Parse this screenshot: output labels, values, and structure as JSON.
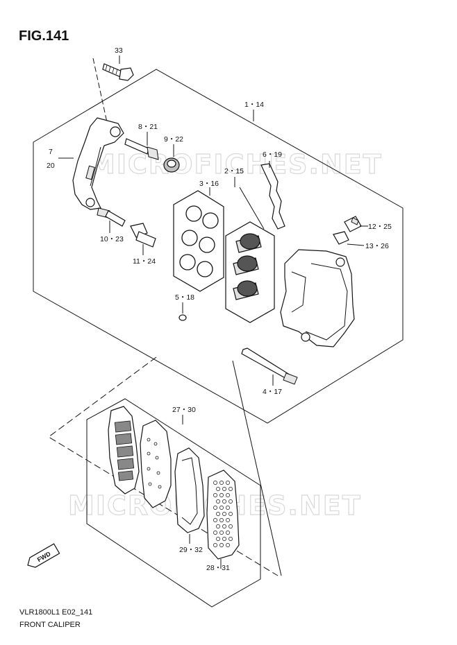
{
  "figure": {
    "title": "FIG.141",
    "model_code": "VLR1800L1 E02_141",
    "caption": "FRONT CALIPER"
  },
  "watermark": {
    "text": "MICROFICHES.NET"
  },
  "fwd_badge": "FWD",
  "callouts": {
    "c33": "33",
    "c1_14": "1・14",
    "c8_21": "8・21",
    "c9_22": "9・22",
    "c7": "7",
    "c20": "20",
    "c6_19": "6・19",
    "c2_15": "2・15",
    "c3_16": "3・16",
    "c12_25": "12・25",
    "c13_26": "13・26",
    "c10_23": "10・23",
    "c11_24": "11・24",
    "c5_18": "5・18",
    "c4_17": "4・17",
    "c27_30": "27・30",
    "c29_32": "29・32",
    "c28_31": "28・31"
  },
  "icons": [
    "bolt-icon",
    "caliper-bracket-icon",
    "pin-icon",
    "boot-icon",
    "seal-kit-icon",
    "piston-icon",
    "spring-clip-icon",
    "bleeder-icon",
    "caliper-body-icon",
    "brake-pad-icon",
    "shim-icon",
    "fwd-arrow-icon"
  ]
}
